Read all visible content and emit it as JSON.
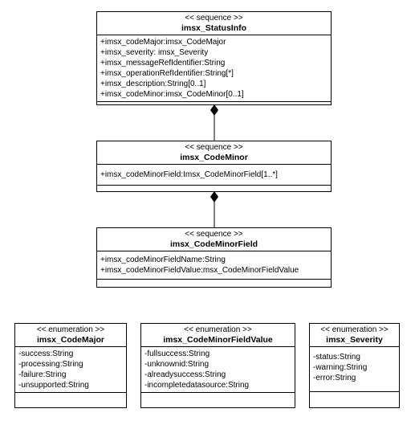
{
  "statusinfo": {
    "stereotype": "<< sequence >>",
    "name": "imsx_StatusInfo",
    "attributes": [
      "+imsx_codeMajor:imsx_CodeMajor",
      "+imsx_severity: imsx_Severity",
      "+imsx_messageRefIdentifier:String",
      "+imsx_operationRefIdentifier:String[*]",
      "+imsx_description:String[0..1]",
      "+imsx_codeMinor:imsx_CodeMinor[0..1]"
    ]
  },
  "codeminor": {
    "stereotype": "<< sequence >>",
    "name": "imsx_CodeMinor",
    "attributes": [
      "+imsx_codeMinorField:Imsx_CodeMinorField[1..*]"
    ]
  },
  "codeminorfield": {
    "stereotype": "<< sequence >>",
    "name": "imsx_CodeMinorField",
    "attributes": [
      "+imsx_codeMinorFieldName:String",
      "+imsx_codeMinorFieldValue:msx_CodeMinorFieldValue"
    ]
  },
  "codemajor": {
    "stereotype": "<< enumeration >>",
    "name": "imsx_CodeMajor",
    "attributes": [
      "-success:String",
      "-processing:String",
      "-failure:String",
      "-unsupported:String"
    ]
  },
  "codeminorfieldvalue": {
    "stereotype": "<< enumeration >>",
    "name": "imsx_CodeMinorFieldValue",
    "attributes": [
      "-fullsuccess:String",
      "-unknownid:String",
      "-alreadysuccess:String",
      "-incompletedatasource:String"
    ]
  },
  "severity": {
    "stereotype": "<< enumeration >>",
    "name": "imsx_Severity",
    "attributes": [
      "-status:String",
      "-warning:String",
      "-error:String"
    ]
  }
}
